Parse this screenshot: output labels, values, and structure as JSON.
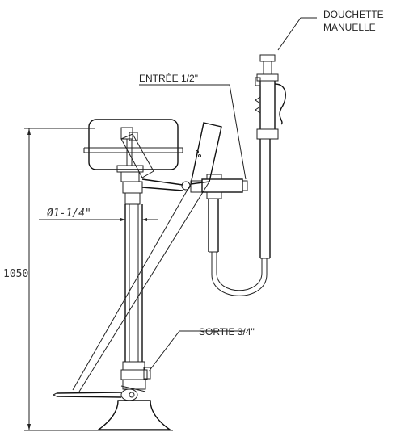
{
  "labels": {
    "handshower_line1": "DOUCHETTE",
    "handshower_line2": "MANUELLE",
    "inlet": "ENTRÉE 1/2\"",
    "outlet": "SORTIE 3/4\"",
    "diameter": "Ø1-1/4\"",
    "height": "1050"
  },
  "colors": {
    "line": "#222222",
    "background": "#ffffff"
  }
}
